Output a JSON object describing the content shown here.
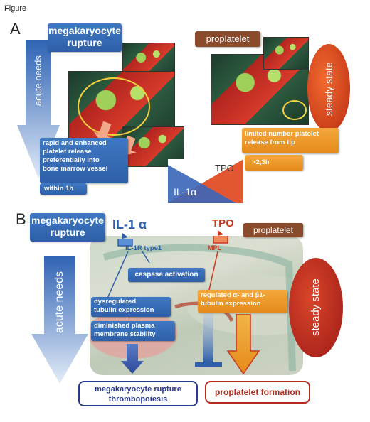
{
  "figure_label": "Figure",
  "panel_a": {
    "letter": "A",
    "title_left": "megakaryocyte\nrupture",
    "side_left": "acute needs",
    "release_text": "rapid and enhanced\nplatelet release\npreferentially into\nbone marrow vessel",
    "time_left": "within 1h",
    "title_right": "proplatelet",
    "side_right": "steady state",
    "limited_text": "limited number platelet\nrelease from tip",
    "time_right": ">2,3h",
    "gradient_top": "TPO",
    "gradient_bottom": "IL-1α",
    "colors": {
      "blue": "#2e5fa8",
      "orange": "#e8891a",
      "brown": "#8a4a2c",
      "red": "#d63a2a"
    }
  },
  "panel_b": {
    "letter": "B",
    "title_left": "megakaryocyte\nrupture",
    "il1": "IL-1 α",
    "il1r": "IL-1R type1",
    "caspase": "caspase activation",
    "dysregulated": "dysregulated\ntubulin expression",
    "diminished": "diminished plasma\nmembrane stability",
    "side_left": "acute needs",
    "tpo": "TPO",
    "mpl": "MPL",
    "title_right": "proplatelet",
    "regulated": "regulated α- and β1-\ntubulin expression",
    "side_right": "steady state",
    "outcome_left": "megakaryocyte rupture\nthrombopoiesis",
    "outcome_right": "proplatelet formation"
  }
}
